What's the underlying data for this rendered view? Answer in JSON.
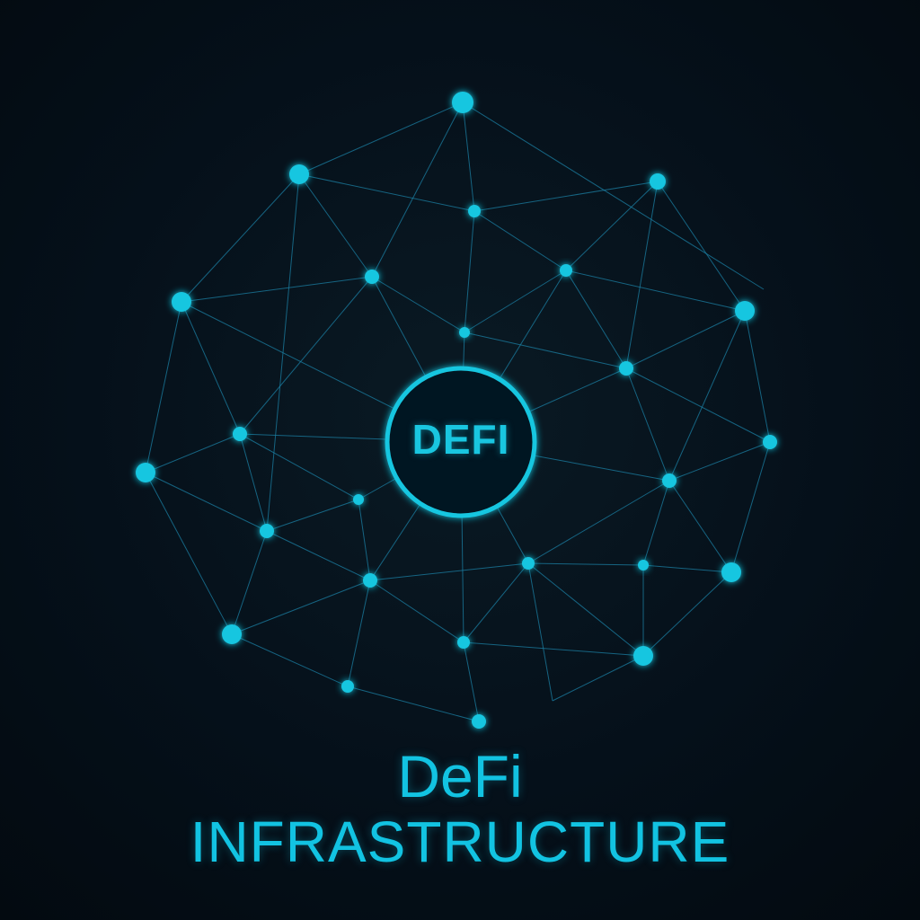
{
  "center_label": "DEFI",
  "title_line1": "DeFi",
  "title_line2": "INFRASTRUCTURE",
  "colors": {
    "accent": "#19c6e0",
    "edge": "#1b7fa3",
    "background": "#05101a"
  }
}
